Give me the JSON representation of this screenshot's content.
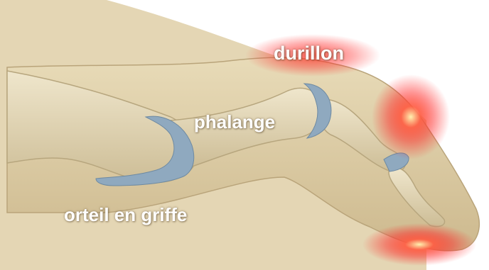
{
  "labels": {
    "callus": "durillon",
    "phalanx": "phalange",
    "claw_toe": "orteil en griffe"
  },
  "colors": {
    "skin": "#d9c9a3",
    "bone": "#e6dcc0",
    "cartilage": "#8fa9bf",
    "inflammation": "#ff2020"
  }
}
